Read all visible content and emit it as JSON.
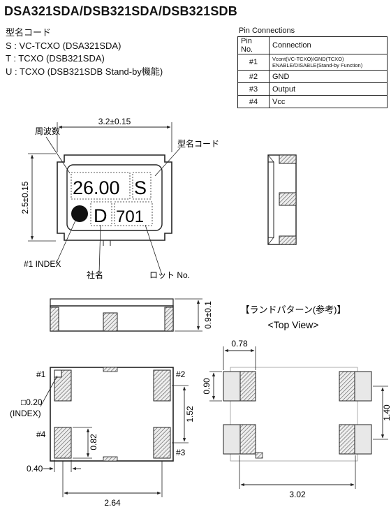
{
  "title": "DSA321SDA/DSB321SDA/DSB321SDB",
  "type_code": {
    "heading": "型名コード",
    "lines": [
      "S : VC-TCXO (DSA321SDA)",
      "T : TCXO (DSB321SDA)",
      "U : TCXO (DSB321SDB Stand-by機能)"
    ]
  },
  "pin_connections": {
    "caption": "Pin Connections",
    "headers": [
      "Pin No.",
      "Connection"
    ],
    "rows": [
      {
        "pin": "#1",
        "connection_line1": "Vcont(VC-TCXO)/GND(TCXO)",
        "connection_line2": "ENABLE/DISABLE(Stand-by Function)"
      },
      {
        "pin": "#2",
        "connection": "GND"
      },
      {
        "pin": "#3",
        "connection": "Output"
      },
      {
        "pin": "#4",
        "connection": "Vcc"
      }
    ]
  },
  "top_view": {
    "width_dim": "3.2±0.15",
    "height_dim": "2.5±0.15",
    "frequency_label": "周波数",
    "type_code_label": "型名コード",
    "marking_freq": "26.00",
    "marking_code": "S",
    "marking_company": "D",
    "marking_lot": "701",
    "index_label": "#1 INDEX",
    "company_label": "社名",
    "lot_label": "ロット No."
  },
  "side_view": {
    "height_dim": "0.9±0.1"
  },
  "bottom_view": {
    "pins": [
      "#1",
      "#2",
      "#3",
      "#4"
    ],
    "index_size": "□0.20",
    "index_label": "(INDEX)",
    "dim_pad_height": "0.82",
    "dim_pad_width": "0.40",
    "dim_pitch_v": "1.52",
    "dim_pitch_h": "2.64"
  },
  "land_pattern": {
    "title": "【ランドパターン(参考)】",
    "subtitle": "<Top View>",
    "dim_pad_width": "0.78",
    "dim_pad_height": "0.90",
    "dim_pitch_v": "1.40",
    "dim_pitch_h": "3.02"
  },
  "colors": {
    "line": "#222222",
    "hatch": "#555555",
    "pad_fill": "#e8e8e8"
  }
}
